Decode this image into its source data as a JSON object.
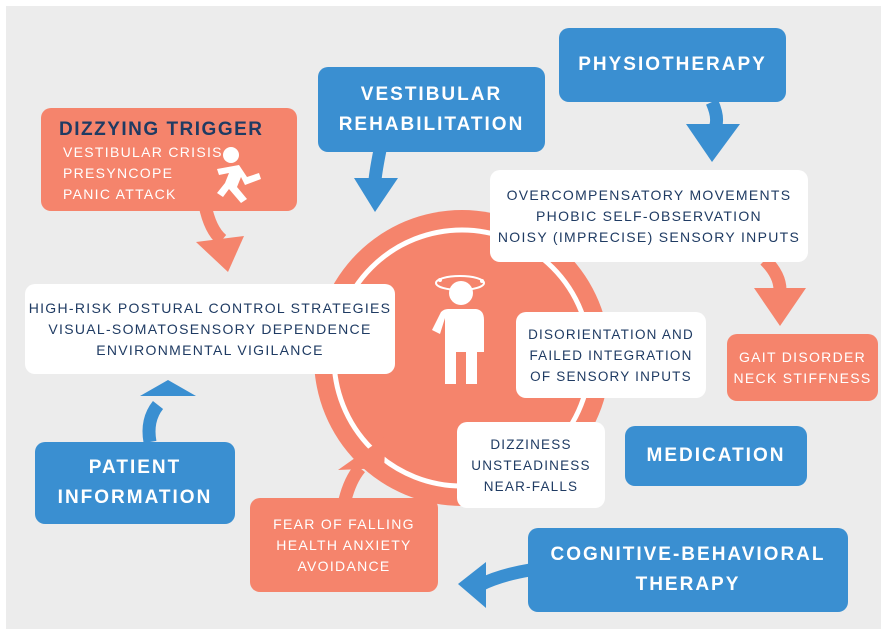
{
  "colors": {
    "blue": "#3a8fd1",
    "coral": "#f5846c",
    "navy": "#1f3b63",
    "background": "#ececec",
    "white": "#ffffff"
  },
  "dizzying_trigger": {
    "title": "DIZZYING TRIGGER",
    "items": [
      "VESTIBULAR CRISIS",
      "PRESYNCOPE",
      "PANIC ATTACK"
    ],
    "icon": "falling-person-icon"
  },
  "vestibular_rehabilitation": {
    "lines": [
      "VESTIBULAR",
      "REHABILITATION"
    ]
  },
  "physiotherapy": {
    "lines": [
      "PHYSIOTHERAPY"
    ]
  },
  "movements": {
    "lines": [
      "OVERCOMPENSATORY MOVEMENTS",
      "PHOBIC SELF-OBSERVATION",
      "NOISY (IMPRECISE) SENSORY INPUTS"
    ]
  },
  "postural": {
    "lines": [
      "HIGH-RISK POSTURAL CONTROL STRATEGIES",
      "VISUAL-SOMATOSENSORY DEPENDENCE",
      "ENVIRONMENTAL VIGILANCE"
    ]
  },
  "disorientation": {
    "lines": [
      "DISORIENTATION AND",
      "FAILED INTEGRATION",
      "OF SENSORY INPUTS"
    ]
  },
  "gait": {
    "lines": [
      "GAIT DISORDER",
      "NECK STIFFNESS"
    ]
  },
  "symptoms": {
    "lines": [
      "DIZZINESS",
      "UNSTEADINESS",
      "NEAR-FALLS"
    ]
  },
  "medication": {
    "lines": [
      "MEDICATION"
    ]
  },
  "patient_information": {
    "lines": [
      "PATIENT",
      "INFORMATION"
    ]
  },
  "fear": {
    "lines": [
      "FEAR OF FALLING",
      "HEALTH ANXIETY",
      "AVOIDANCE"
    ]
  },
  "cbt": {
    "lines": [
      "COGNITIVE-BEHAVIORAL",
      "THERAPY"
    ]
  },
  "center_icon": "dizzy-person-icon"
}
